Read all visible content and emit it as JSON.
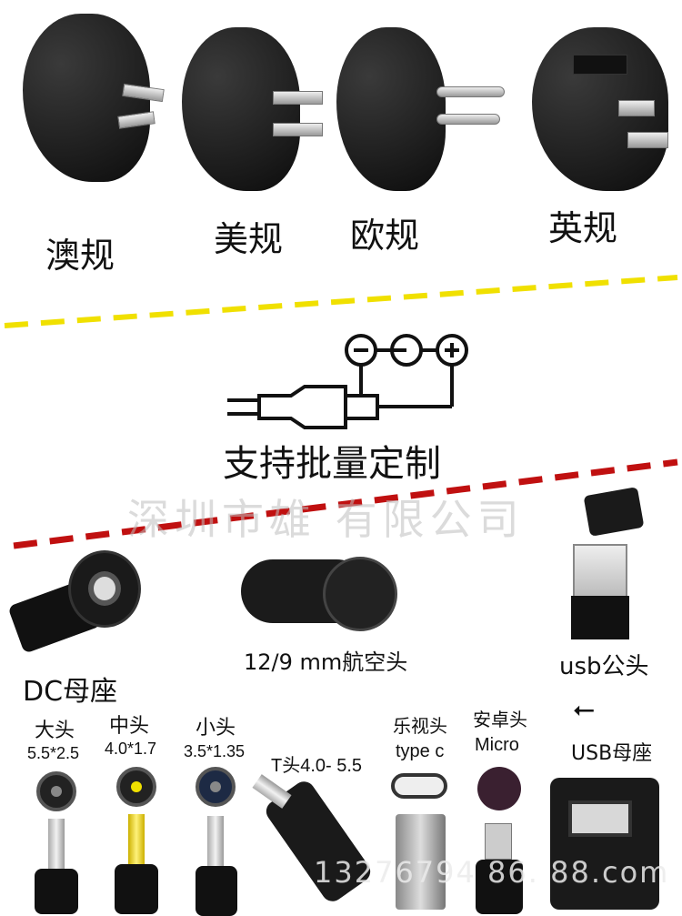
{
  "plugs": [
    {
      "label": "澳规"
    },
    {
      "label": "美规"
    },
    {
      "label": "欧规"
    },
    {
      "label": "英规"
    }
  ],
  "custom_text": "支持批量定制",
  "watermark_company": "深圳市雄 有限公司",
  "watermark_url": "13276794 86. 88.com",
  "dc_socket_label": "DC母座",
  "aviation_label": "12/9  mm航空头",
  "usb_male_label": "usb公头",
  "usb_female_label": "USB母座",
  "connectors": [
    {
      "name": "大头",
      "size": "5.5*2.5"
    },
    {
      "name": "中头",
      "size": "4.0*1.7"
    },
    {
      "name": "小头",
      "size": "3.5*1.35"
    },
    {
      "name": "T头4.0- 5.5",
      "size": ""
    },
    {
      "name": "乐视头",
      "size": "type c"
    },
    {
      "name": "安卓头",
      "size": "Micro"
    }
  ],
  "colors": {
    "yellow_line": "#f0e000",
    "red_line": "#c01010",
    "plug_body": "#111111"
  }
}
